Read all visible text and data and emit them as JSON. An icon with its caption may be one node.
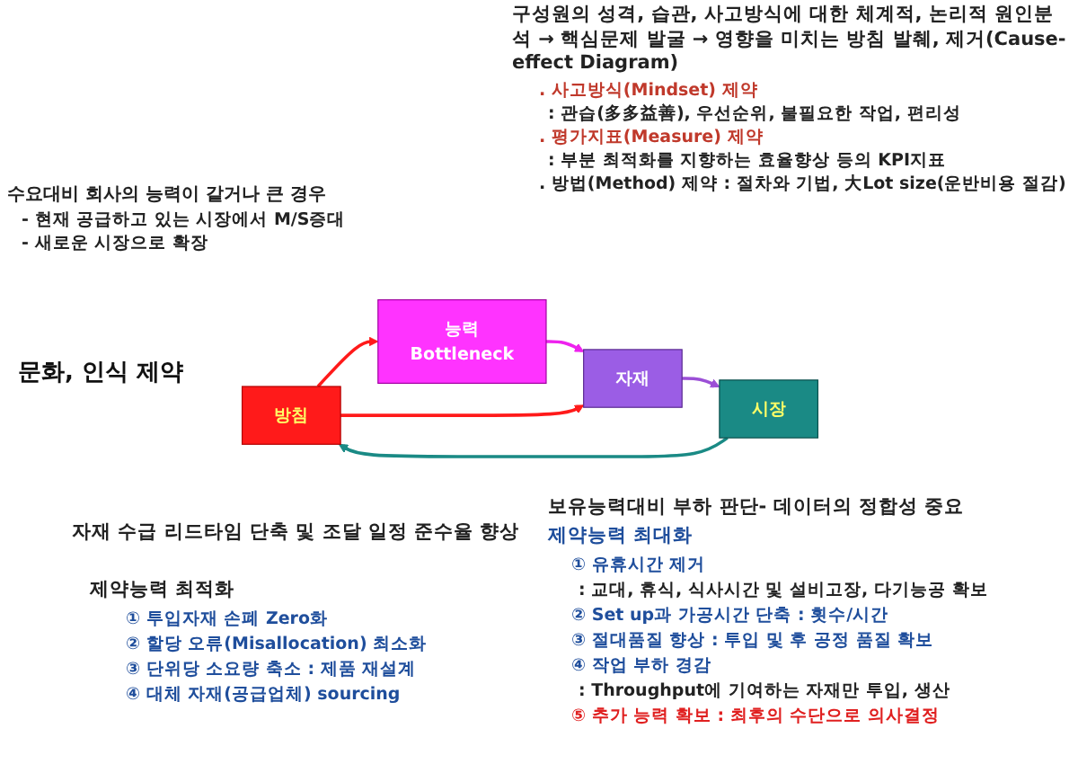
{
  "diagram": {
    "nodes": [
      {
        "text": [
          "방침"
        ]
      },
      {
        "text": [
          "능력",
          "Bottleneck"
        ]
      },
      {
        "text": [
          "자재"
        ]
      },
      {
        "text": [
          "시장"
        ]
      }
    ],
    "edges": [
      {
        "from": 0,
        "to": 1,
        "arrow": "to",
        "color": "#ff1a1a"
      },
      {
        "from": 1,
        "to": 2,
        "arrow": "to",
        "color": "#ee22ee"
      },
      {
        "from": 2,
        "to": 3,
        "arrow": "to",
        "color": "#9b4fd6"
      },
      {
        "from": 3,
        "to": 0,
        "arrow": "to",
        "color": "#1a8a85"
      },
      {
        "from": 0,
        "to": 2,
        "arrow": "to",
        "color": "#ff1a1a"
      }
    ],
    "labels": [
      "구성원의 성격, 습관, 사고방식에 대한 체계적, 논리적 원인분석 → 핵심문제 발굴 → 영향을 미치는 방침 발췌, 제거(Cause-effect Diagram)",
      ". 사고방식(Mindset) 제약",
      ": 관습(多多益善), 우선순위, 불필요한 작업, 편리성",
      ". 평가지표(Measure) 제약",
      ": 부분 최적화를 지향하는 효율향상 등의 KPI지표",
      ". 방법(Method) 제약 : 절차와 기법, 大Lot size(운반비용 절감)",
      "수요대비 회사의 능력이 같거나 큰 경우",
      "- 현재 공급하고 있는 시장에서 M/S증대",
      "- 새로운 시장으로 확장",
      "문화, 인식 제약",
      "자재 수급 리드타임 단축 및 조달 일정 준수율 향상",
      "제약능력 최적화",
      "① 투입자재 손폐 Zero화",
      "② 할당 오류(Misallocation) 최소화",
      "③ 단위당 소요량 축소 : 제품 재설계",
      "④ 대체 자재(공급업체) sourcing",
      "보유능력대비 부하 판단- 데이터의 정합성 중요",
      "제약능력 최대화",
      "① 유휴시간 제거",
      ": 교대, 휴식, 식사시간 및 설비고장, 다기능공 확보",
      "② Set up과 가공시간 단축 : 횟수/시간",
      "③ 절대품질 향상 : 투입 및 후 공정 품질 확보",
      "④ 작업 부하 경감",
      ": Throughput에 기여하는 자재만 투입, 생산",
      "⑤ 추가 능력 확보 : 최후의 수단으로 의사결정"
    ]
  }
}
